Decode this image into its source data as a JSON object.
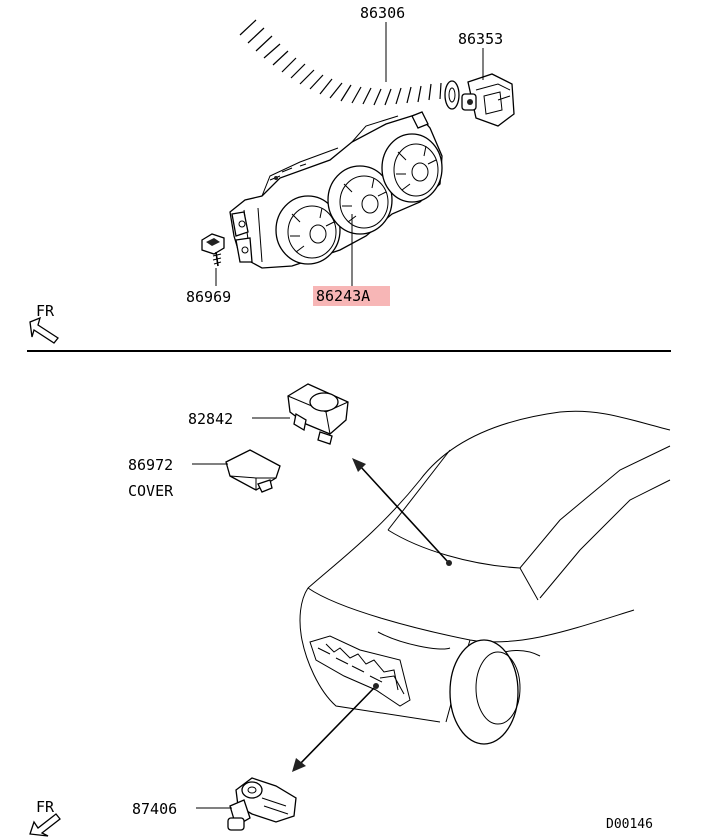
{
  "labels": {
    "duct": "86306",
    "sensor_top": "86353",
    "screw": "86969",
    "control_unit": "86243A",
    "switch": "82842",
    "cover_part": "86972",
    "cover_text": "COVER",
    "sensor_bottom": "87406",
    "diagram_code": "D00146"
  },
  "direction_marks": {
    "top": "FR",
    "bottom": "FR"
  },
  "highlight_color": "#f7b6b6"
}
